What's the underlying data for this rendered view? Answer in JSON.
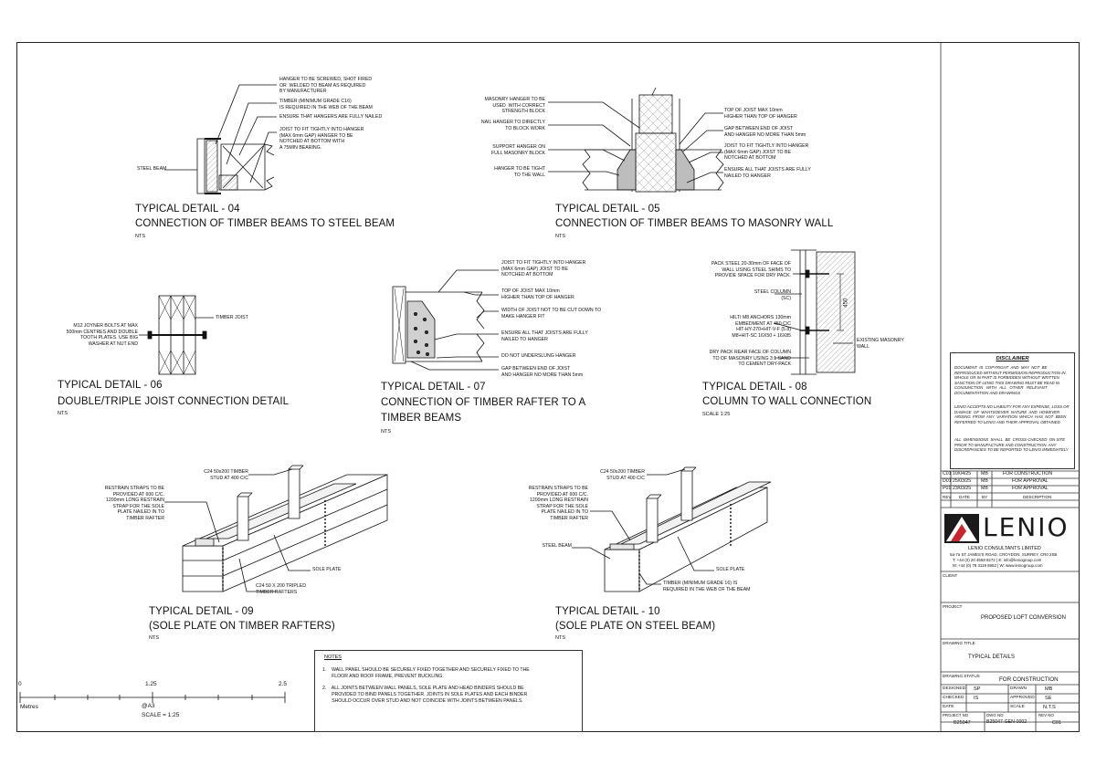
{
  "details": {
    "d04": {
      "title": "TYPICAL DETAIL - 04",
      "subtitle": "CONNECTION OF TIMBER BEAMS TO STEEL BEAM",
      "scale": "NTS",
      "notes": [
        "HANGER TO BE SCREWED, SHOT FIRED\nOR  WELDED TO BEAM AS REQUIRED\nBY MANUFACTURER",
        "TIMBER (MINIMUM GRADE C16)\nIS REQUIRED IN THE WEB OF THE BEAM",
        "ENSURE THAT HANGERS ARE FULLY NAILED",
        "JOIST TO FIT TIGHTLY INTO HANGER\n(MAX 6mm GAP) HANGER TO BE\nNOTCHED AT BOTTOM WITH\nA 75MIN BEARING."
      ],
      "label_steel": "STEEL BEAM"
    },
    "d05": {
      "title": "TYPICAL DETAIL - 05",
      "subtitle": "CONNECTION OF TIMBER BEAMS TO MASONRY WALL",
      "scale": "NTS",
      "notes_left": [
        "MASONRY HANGER TO BE\nUSED  WITH CORRECT\nSTRENGTH BLOCK",
        "NAIL HANGER TO DIRECTLY\nTO BLOCK WORK",
        "SUPPORT HANGER ON\nFULL MASONRY BLOCK",
        "HANGER TO BE TIGHT\nTO THE WALL"
      ],
      "notes_right": [
        "TOP OF JOIST MAX 10mm\nHIGHER THAN TOP OF HANGER",
        "GAP BETWEEN END OF JOIST\nAND HANGER NO MORE THAN 5mm",
        "JOIST TO FIT TIGHTLY INTO HANGER\n(MAX 6mm GAP) JOIST TO BE\nNOTCHED AT BOTTOM",
        "ENSURE ALL THAT JOISTS ARE FULLY\nNAILED TO HANGER"
      ]
    },
    "d06": {
      "title": "TYPICAL DETAIL - 06",
      "subtitle": "DOUBLE/TRIPLE JOIST CONNECTION DETAIL",
      "scale": "NTS",
      "note_left": "M12 JOYNER BOLTS AT MAX\n500mm CENTRES AND DOUBLE\nTOOTH PLATES. USE BIG\nWASHER AT NUT END",
      "note_right": "TIMBER JOIST"
    },
    "d07": {
      "title": "TYPICAL DETAIL - 07",
      "subtitle": "CONNECTION OF TIMBER RAFTER TO A",
      "subtitle2": "TIMBER BEAMS",
      "scale": "NTS",
      "notes": [
        "JOIST TO FIT TIGHTLY INTO HANGER\n(MAX 6mm GAP) JOIST TO BE\nNOTCHED AT BOTTOM",
        "TOP OF JOIST MAX 10mm\nHIGHER THAN TOP OF HANGER",
        "WIDTH OF JOIST NOT TO BE CUT DOWN TO\nMAKE HANGER FIT",
        "ENSURE ALL THAT JOISTS ARE FULLY\nNAILED TO HANGER",
        "DO NOT UNDERSLUNG HANGER",
        "GAP BETWEEN END OF JOIST\nAND HANGER NO MORE THAN 5mm"
      ]
    },
    "d08": {
      "title": "TYPICAL DETAIL - 08",
      "subtitle": "COLUMN TO WALL CONNECTION",
      "scale": "SCALE 1:25",
      "notes": [
        "PACK STEEL 20-30mm OF FACE OF\nWALL USING STEEL SHIMS TO\nPROVIDE SPACE FOR DRY PACK.",
        "STEEL COLUMN\n(SC)",
        "HILTI M8 ANCHORS 130mm\nEMBEDMENT AT 450 C/C\nHIT-HY-270+HIT-V-F (5.8)\nM8+HIT-SC 16X50 + 16X85",
        "DRY PACK REAR FACE OF COLUMN\nTO OF MASONRY USING 3:1 SAND\nTO CEMENT DRY-PACK"
      ],
      "note_right": "EXISTING MASONRY\nWALL",
      "dim": "450"
    },
    "d09": {
      "title": "TYPICAL DETAIL - 09",
      "subtitle": "(SOLE PLATE ON TIMBER RAFTERS)",
      "scale": "NTS",
      "notes": [
        "C24 50x200 TIMBER\nSTUD AT 400 C/C",
        "RESTRAIN STRAPS TO BE\nPROVIDED AT 600 C/C.\n1200mm LONG RESTRAIN\nSTRAP FOR THE SOLE\nPLATE NAILED IN TO\nTIMBER RAFTER",
        "SOLE PLATE",
        "C24 50 X 200 TRIPLED\nTIMBER RAFTERS"
      ]
    },
    "d10": {
      "title": "TYPICAL DETAIL - 10",
      "subtitle": "(SOLE PLATE ON STEEL BEAM)",
      "scale": "NTS",
      "notes": [
        "C24 50x200 TIMBER\nSTUD AT 400 C/C",
        "RESTRAIN STRAPS TO BE\nPROVIDED AT 600 C/C.\n1200mm LONG RESTRAIN\nSTRAP FOR THE SOLE\nPLATE NAILED IN TO\nTIMBER RAFTER",
        "STEEL BEAM",
        "SOLE PLATE",
        "TIMBER (MINIMUM GRADE 16) IS\nREQUIRED IN THE WEB OF THE BEAM"
      ]
    }
  },
  "scale_bar": {
    "t0": "0",
    "t1": "1.25",
    "t2": "2.5",
    "unit": "Metres",
    "paper": "@A3",
    "scale": "SCALE = 1:25"
  },
  "notes": {
    "heading": "NOTES",
    "items": [
      "1.    WALL PANEL SHOULD BE SECURELY FIXED TOGETHER AND SECURELY FIXED TO THE\n       FLOOR AND ROOF FRAME, PREVENT BUCKLING.",
      "2.    ALL JOINTS BETWEEN WALL PANELS, SOLE PLATE AND HEAD BINDERS SHOULD BE\n       PROVIDED TO BIND PANELS TOGETHER. JOINTS IN SOLE PLATES AND EACH BINDER\n       SHOULD OCCUR OVER STUD AND NOT COINCIDE WITH JOINTS BETWEEN PANELS."
    ]
  },
  "disclaimer": {
    "heading": "DISCLAIMER",
    "p1": "DOCUMENT  IS  COPYRIGHT  AND  MAY  NOT  BE\nREPRODUCED WITHOUT PERMISSION REPRODUCTION IN\nWHOLE OR IN PART IS FORBIDDEN WITHOUT WRITTEN\nSANCTION OF LENIO THIS DRAWING MUST BE READ IN\nCONJUNCTION   WITH   ALL   OTHER   RELEVANT\nDOCUMENTATION AND DRAWINGS",
    "p2": "LENIO ACCEPTS NO LIABILITY FOR ANY EXPENSE, LOSS OR\nDAMAGE  OF  WHATSOEVER  NATURE  AND  HOWEVER\nARISING  FROM  ANY  VARIATION  WHICH  HAS  NOT  BEEN\nREFERRED TO LENIO AND THEIR APPROVAL OBTAINED",
    "p3": "ALL  DIMENSIONS  SHALL  BE  CROSS-CHECKED  ON-SITE\nPRIOR TO MANUFACTURE AND CONSTRUCTION. ANY\nDISCREPANCIES TO BE REPORTED TO LENIO IMMEDIATELY"
  },
  "revisions": {
    "rows": [
      {
        "rev": "C01",
        "date": "10/04/25",
        "by": "MB",
        "desc": "FOR CONSTRUCTION"
      },
      {
        "rev": "D01",
        "date": "25/03/25",
        "by": "MB",
        "desc": "FOR APPROVAL"
      },
      {
        "rev": "P01",
        "date": "23/03/25",
        "by": "MB",
        "desc": "FOR APPROVAL"
      }
    ],
    "headers": {
      "rev": "REV",
      "date": "DATE",
      "by": "BY",
      "desc": "DESCRIPTION"
    }
  },
  "company": {
    "logo": "LENIO",
    "name": "LENIO CONSULTANTS LIMITED",
    "address": "5a-7a ST JAMES'S ROAD, CROYDON, SURREY, CR0 2SB",
    "phone": "T: +44 (0) 20 4558 8272   |   E: info@leniogroup.com",
    "mobile": "M: +44 (0) 78 3119 6952   |   W: www.leniogroup.com",
    "accent": "#c8262c"
  },
  "titleblock": {
    "client_label": "CLIENT",
    "project_label": "PROJECT",
    "project": "PROPOSED LOFT CONVERSION",
    "title_label": "DRAWING TITLE",
    "title": "TYPICAL DETAILS",
    "status_label": "DRAWING STATUS",
    "status": "FOR CONSTRUCTION",
    "designed_label": "DESIGNED",
    "designed": "SP",
    "drawn_label": "DRAWN",
    "drawn": "MB",
    "checked_label": "CHECKED",
    "checked": "IS",
    "approved_label": "APPROVED",
    "approved": "SE",
    "date_label": "DATE",
    "scale_label": "SCALE",
    "scale": "N.T.S",
    "project_no_label": "PROJECT NO",
    "project_no": "B25047",
    "dwg_no_label": "DWG NO",
    "dwg_no": "B25047-GEN-0002",
    "rev_no_label": "REV NO",
    "rev_no": "C01"
  }
}
